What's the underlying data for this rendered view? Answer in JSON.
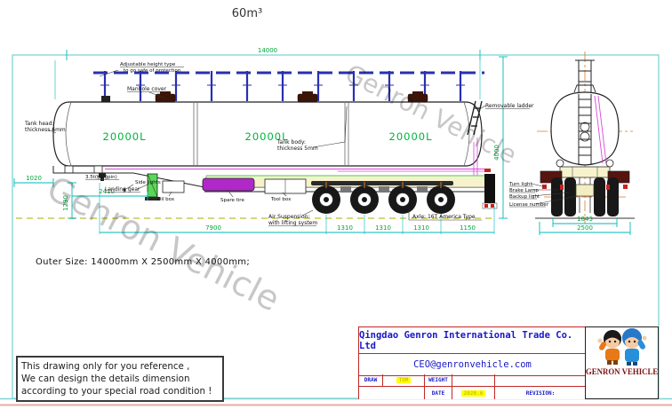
{
  "page_title": "60m³",
  "watermark_text": "Genron Vehicle",
  "outer_size_note": "Outer Size: 14000mm X 2500mm X 4000mm;",
  "side_view": {
    "compartments": [
      "20000L",
      "20000L",
      "20000L"
    ],
    "labels": {
      "adjustable_height_line1": "Adjustable height type",
      "adjustable_height_line2": "to go safe of protection",
      "manhole_cover": "Manhole cover",
      "tank_head_line1": "Tank head:",
      "tank_head_line2": "thickness 6mm",
      "tank_body_line1": "Tank body:",
      "tank_body_line2": "thickness 5mm",
      "kingpin": "3.5t(Kingpin)",
      "side_lights": "Side lights",
      "landing_gear": "Landing gear",
      "oil_box": "Oil box",
      "spare_tire": "Spare tire",
      "tool_box": "Tool box",
      "removable_ladder": "Removable ladder",
      "air_suspension_line1": "Air Suspension:",
      "air_suspension_line2": "with lifting system",
      "axle_type": "Axle: 16T America Type"
    },
    "dimensions": {
      "total_length": "14000",
      "front_overhang": "1020",
      "kingpin_height": "1290",
      "kingpin_to_landing_gear": "2410",
      "kingpin_to_first_axle": "7900",
      "axle_spacing_1": "1310",
      "axle_spacing_2": "1310",
      "axle_spacing_3": "1310",
      "rear_overhang": "1150"
    }
  },
  "rear_view": {
    "labels": {
      "turn_light": "Turn light",
      "brake_lamp": "Brake Lamp",
      "backup_light": "Backup light",
      "license_number": "License number"
    },
    "dimensions": {
      "overall_height": "4000",
      "wheel_track": "1843",
      "overall_width": "2500"
    }
  },
  "note_box": {
    "line1": "This drawing only for you reference ,",
    "line2": "We can design the details dimension",
    "line3": "according to your special road condition !"
  },
  "title_block": {
    "company": "Qingdao Genron International Trade Co. Ltd",
    "email": "CEO@genronvehicle.com",
    "draw_label": "DRAW",
    "draw_value": "TOM",
    "weight_label": "WEIGHT",
    "date_label": "DATE",
    "date_value": "2020.6",
    "revision_label": "REVISION:",
    "logo_text": "GENRON VEHICLE"
  },
  "colors": {
    "dimension_line": "#00b8b8",
    "dimension_text": "#00a63c",
    "tank_volume_text": "#00b43c",
    "guard_rail_blue": "#2830b0",
    "pipe_magenta": "#d848d8",
    "spare_tire_purple": "#b028c8",
    "title_block_red": "#c22828",
    "title_block_blue": "#1818c8",
    "highlight_yellow": "#ffff00",
    "watermark_gray": "#8f8f8f"
  }
}
